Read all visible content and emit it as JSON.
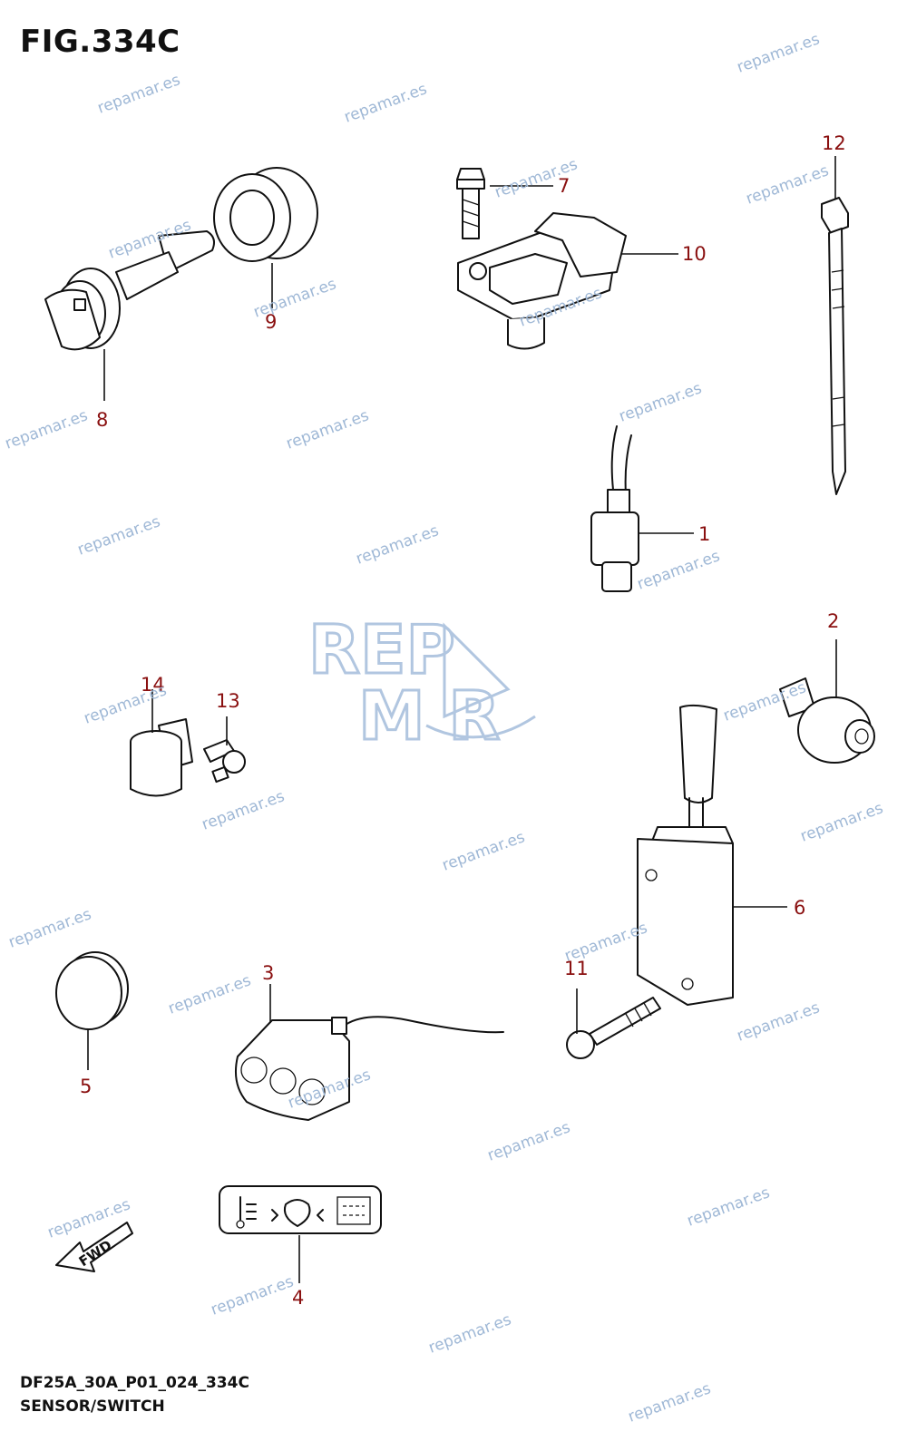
{
  "figure": {
    "title": "FIG.334C",
    "code": "DF25A_30A_P01_024_334C",
    "name": "SENSOR/SWITCH"
  },
  "watermark": {
    "text": "repamar.es",
    "logo_top": "REP",
    "logo_bottom": "M  R",
    "color": "#9fb8d6"
  },
  "callouts": {
    "c1": "1",
    "c2": "2",
    "c3": "3",
    "c4": "4",
    "c5": "5",
    "c6": "6",
    "c7": "7",
    "c8": "8",
    "c9": "9",
    "c10": "10",
    "c11": "11",
    "c12": "12",
    "c13": "13",
    "c14": "14"
  },
  "arrow": {
    "label": "FWD"
  },
  "callout_color": "#8a1010"
}
